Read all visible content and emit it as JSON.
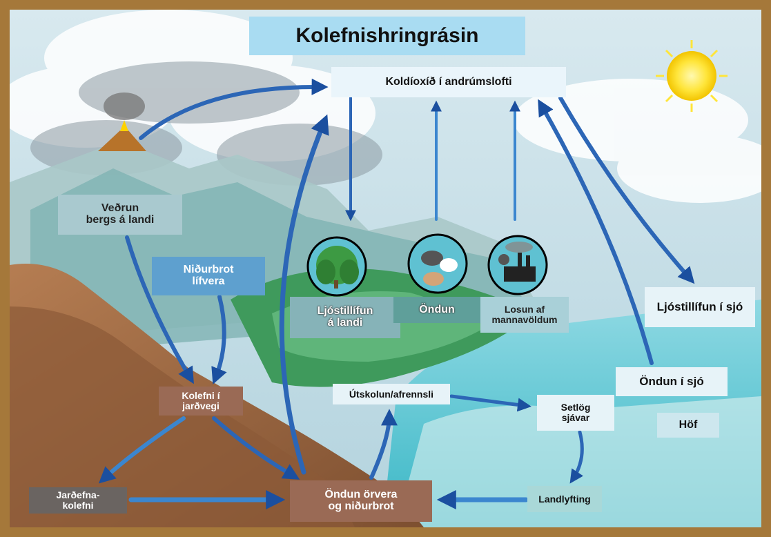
{
  "title": "Kolefnishringrásin",
  "nodes": {
    "atmosphere": "Koldíoxíð í andrúmslofti",
    "weathering": [
      "Veðrun",
      "bergs á landi"
    ],
    "decomposition": [
      "Niðurbrot",
      "lífvera"
    ],
    "soil_carbon": [
      "Kolefni í",
      "jarðvegi"
    ],
    "fossil_fuels": [
      "Jarðefna-",
      "kolefni"
    ],
    "microbial_respiration": [
      "Öndun örvera",
      "og niðurbrot"
    ],
    "runoff": "Útskolun/afrennsli",
    "sediments": [
      "Setlög",
      "sjávar"
    ],
    "uplift": "Landlyfting",
    "ocean_respiration": "Öndun í sjó",
    "reefs": "Höf",
    "ocean_photosynthesis": "Ljóstillífun í sjó",
    "land_photosynthesis": [
      "Ljóstillífun",
      "á landi"
    ],
    "respiration": "Öndun",
    "human_emissions": [
      "Losun af",
      "mannavöldum"
    ]
  },
  "icons": [
    "volcano-icon",
    "sun-icon",
    "trees-icon",
    "rabbits-icon",
    "factory-icon"
  ],
  "colors": {
    "arrow_dark": "#1f56a8",
    "arrow_light": "#7cc3ee",
    "sky": "#bcd7e3",
    "sea": "#5fc7d4",
    "land": "#9a6a42",
    "frame": "#a5783a"
  }
}
